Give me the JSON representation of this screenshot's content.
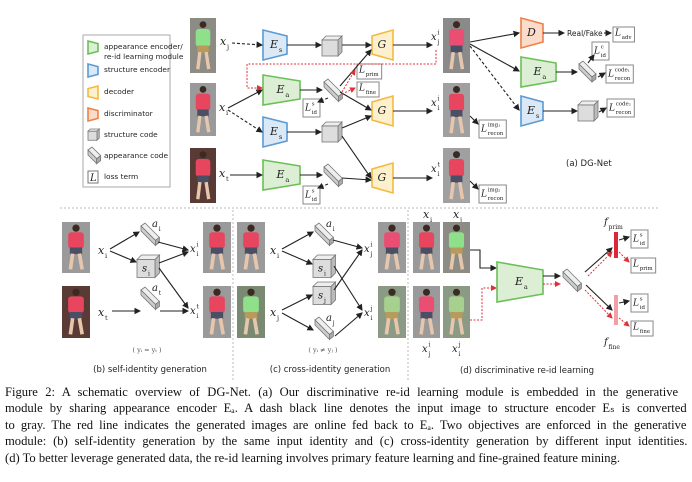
{
  "colors": {
    "appearance_encoder": "#6bbf59",
    "structure_encoder": "#5b9bd5",
    "decoder": "#f5b942",
    "discriminator": "#ef8048",
    "feedback_line": "#e0303a",
    "f_prim": "#d9283a",
    "f_fine": "#f2a0a8"
  },
  "legend": [
    {
      "icon": "appearance-encoder",
      "lines": [
        "appearance encoder/",
        "re-id learning module"
      ]
    },
    {
      "icon": "structure-encoder",
      "lines": [
        "structure encoder"
      ]
    },
    {
      "icon": "decoder",
      "lines": [
        "decoder"
      ]
    },
    {
      "icon": "discriminator",
      "lines": [
        "discriminator"
      ]
    },
    {
      "icon": "structure-code",
      "lines": [
        "structure code"
      ]
    },
    {
      "icon": "appearance-code",
      "lines": [
        "appearance code"
      ]
    },
    {
      "icon": "loss-term",
      "lines": [
        "loss term"
      ],
      "glyph": "L"
    }
  ],
  "panel_a": {
    "title": "(a) DG-Net",
    "x_j": {
      "base": "x",
      "sub": "j"
    },
    "x_i": {
      "base": "x",
      "sub": "i"
    },
    "x_t": {
      "base": "x",
      "sub": "t"
    },
    "E_s": {
      "base": "E",
      "sub": "s"
    },
    "E_a": {
      "base": "E",
      "sub": "a"
    },
    "G": {
      "base": "G"
    },
    "D": {
      "base": "D"
    },
    "L_id_s": {
      "base": "L",
      "sub": "id",
      "sup": "s"
    },
    "L_prim": {
      "base": "L",
      "sub": "prim"
    },
    "L_fine": {
      "base": "L",
      "sub": "fine"
    },
    "x_j_i": {
      "base": "x",
      "sub": "j",
      "sup": "i"
    },
    "x_i_i": {
      "base": "x",
      "sub": "i",
      "sup": "i"
    },
    "x_i_t": {
      "base": "x",
      "sub": "i",
      "sup": "t"
    },
    "L_recon_img1": {
      "base": "L",
      "sub": "recon",
      "sup": "img₁"
    },
    "L_recon_img2": {
      "base": "L",
      "sub": "recon",
      "sup": "img₂"
    },
    "real_fake": "Real/Fake",
    "L_adv": {
      "base": "L",
      "sub": "adv"
    },
    "L_id_c": {
      "base": "L",
      "sub": "id",
      "sup": "c"
    },
    "L_recon_code1": {
      "base": "L",
      "sub": "recon",
      "sup": "code₁"
    },
    "L_recon_code2": {
      "base": "L",
      "sub": "recon",
      "sup": "code₂"
    }
  },
  "panel_b": {
    "title": "(b)  self-identity generation",
    "x_i": {
      "base": "x",
      "sub": "i"
    },
    "x_t": {
      "base": "x",
      "sub": "t"
    },
    "a_i": {
      "base": "a",
      "sub": "i"
    },
    "s_i": {
      "base": "s",
      "sub": "i"
    },
    "a_t": {
      "base": "a",
      "sub": "t"
    },
    "x_i_i": {
      "base": "x",
      "sub": "i",
      "sup": "i"
    },
    "x_i_t": {
      "base": "x",
      "sub": "i",
      "sup": "t"
    },
    "condition": "( yᵢ = yₜ )"
  },
  "panel_c": {
    "title": "(c)  cross-identity generation",
    "x_i": {
      "base": "x",
      "sub": "i"
    },
    "x_j": {
      "base": "x",
      "sub": "j"
    },
    "a_i": {
      "base": "a",
      "sub": "i"
    },
    "s_i": {
      "base": "s",
      "sub": "i"
    },
    "s_j": {
      "base": "s",
      "sub": "j"
    },
    "a_j": {
      "base": "a",
      "sub": "j"
    },
    "x_j_i": {
      "base": "x",
      "sub": "j",
      "sup": "i"
    },
    "x_i_j": {
      "base": "x",
      "sub": "i",
      "sup": "j"
    },
    "condition": "( yᵢ ≠ yⱼ )"
  },
  "panel_d": {
    "title": "(d)  discriminative re-id learning",
    "x_i": {
      "base": "x",
      "sub": "i"
    },
    "x_j": {
      "base": "x",
      "sub": "j"
    },
    "x_j_i": {
      "base": "x",
      "sub": "j",
      "sup": "i"
    },
    "x_i_j": {
      "base": "x",
      "sub": "i",
      "sup": "j"
    },
    "E_a": {
      "base": "E",
      "sub": "a"
    },
    "f_prim": {
      "base": "f",
      "sub": "prim"
    },
    "f_fine": {
      "base": "f",
      "sub": "fine"
    },
    "L_id_s": {
      "base": "L",
      "sub": "id",
      "sup": "s"
    },
    "L_prim": {
      "base": "L",
      "sub": "prim"
    },
    "L_fine": {
      "base": "L",
      "sub": "fine"
    }
  },
  "caption": {
    "lines": [
      "Figure 2:  A schematic overview of DG-Net.  (a) Our discriminative re-id learning module is embedded in the generative",
      "module by sharing appearance encoder Eₐ. A dash black line denotes the input image to structure encoder Eₛ is converted",
      "to gray. The red line indicates the generated images are online fed back to Eₐ. Two objectives are enforced in the generative",
      "module: (b) self-identity generation by the same input identity and (c) cross-identity generation by different input identities.",
      "(d) To better leverage generated data, the re-id learning involves primary feature learning and fine-grained feature mining."
    ]
  }
}
